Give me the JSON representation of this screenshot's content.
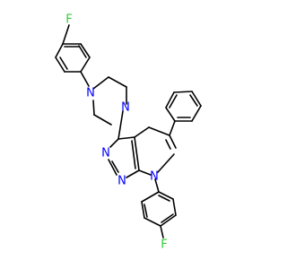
{
  "molecule": {
    "colors": {
      "bond": "#000000",
      "nitrogen": "#0000ff",
      "fluorine": "#33cc33"
    },
    "labels": {
      "f_top": "F",
      "n_piperazine_1": "N",
      "n_piperazine_4": "N",
      "n_pyrimidine_1": "N",
      "n_pyrimidine_3": "N",
      "n_pyrrole": "N",
      "f_bottom": "F"
    }
  }
}
